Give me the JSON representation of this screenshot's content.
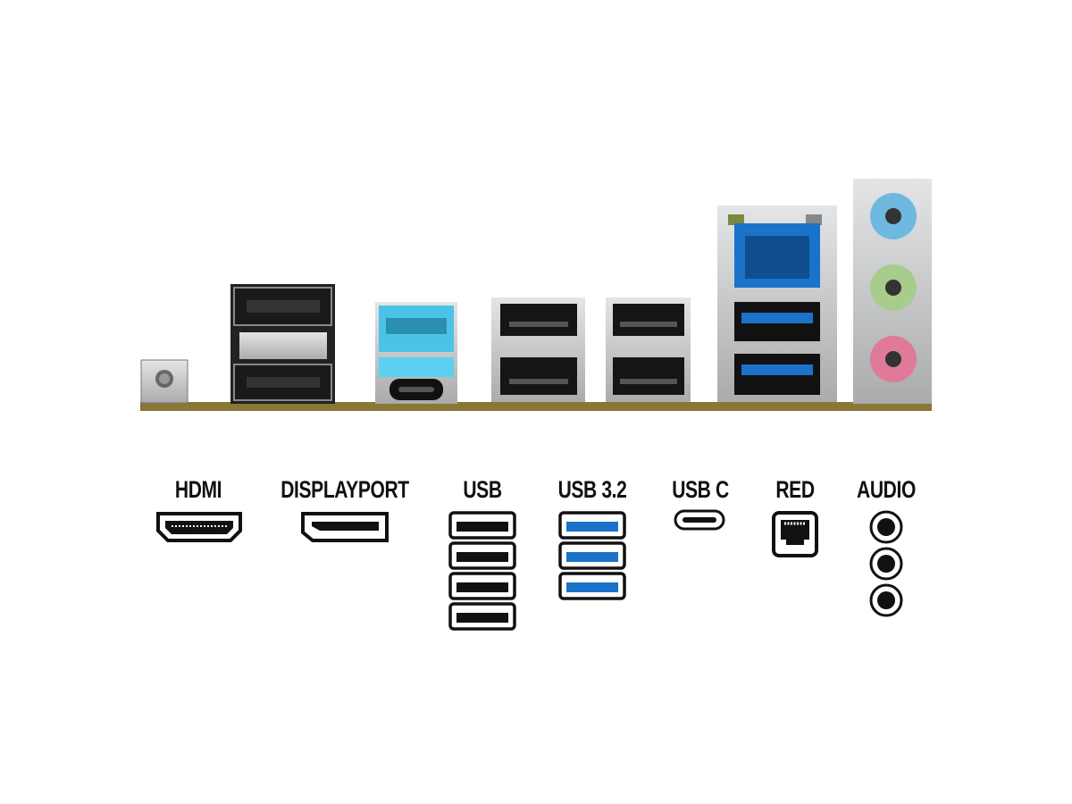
{
  "legend": {
    "hdmi": "HDMI",
    "displayport": "DISPLAYPORT",
    "usb": "USB",
    "usb32": "USB 3.2",
    "usbc": "USB C",
    "red": "RED",
    "audio": "AUDIO"
  },
  "counts": {
    "usb": 4,
    "usb32": 3,
    "audio": 3
  },
  "colors": {
    "pcb": "#8a7636",
    "usb3_blue": "#1a73c9",
    "usbc_cyan": "#4cc3e6",
    "audio_blue": "#6fb8e0",
    "audio_green": "#a8cc8c",
    "audio_pink": "#e07a99",
    "metal": "#c9cbcd"
  }
}
